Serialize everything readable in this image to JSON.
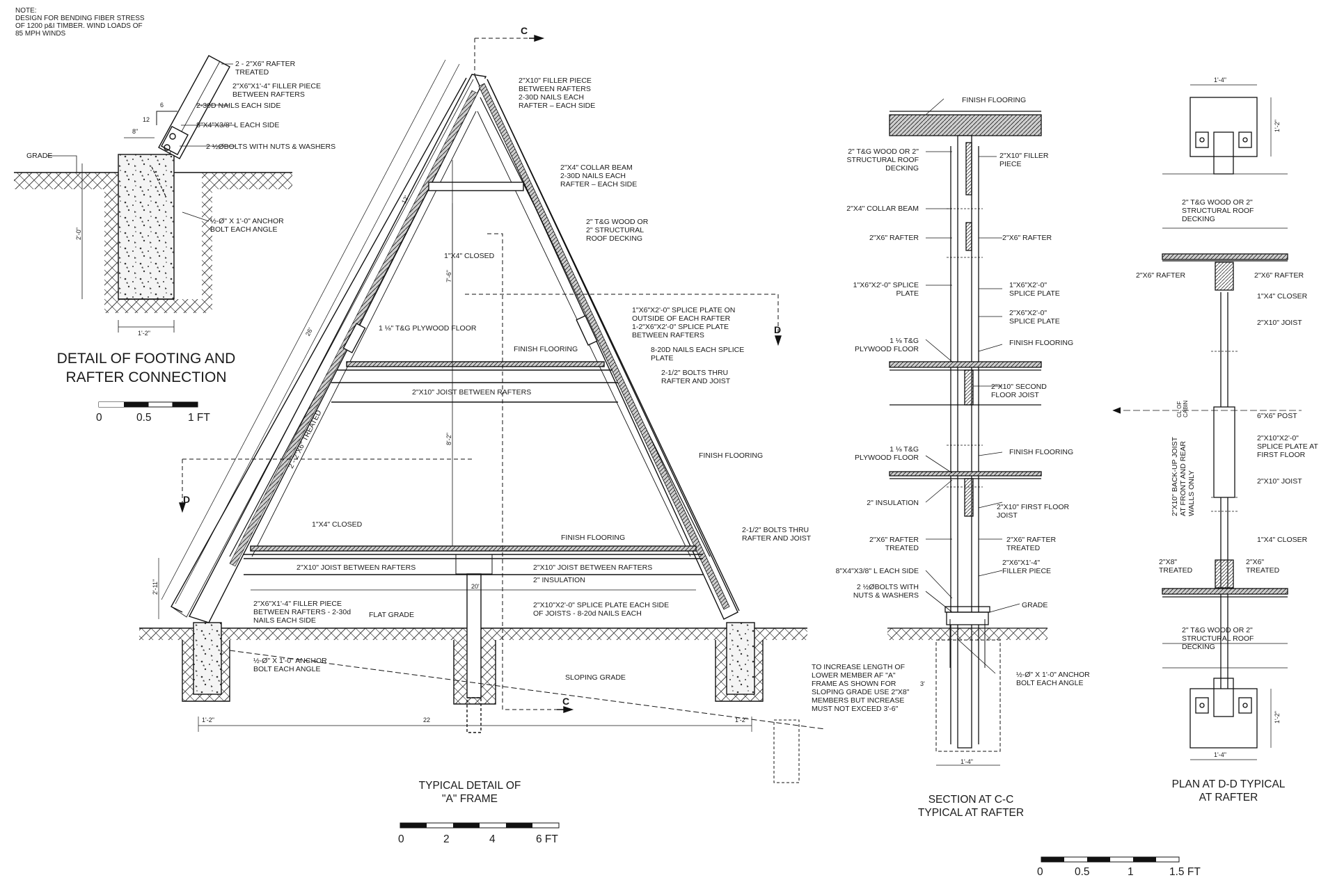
{
  "note": "NOTE:\nDESIGN FOR BENDING FIBER STRESS\nOF 1200 p&I TIMBER. WIND LOADS OF\n85 MPH WINDS",
  "footing_detail": {
    "title": "DETAIL OF FOOTING AND\nRAFTER CONNECTION",
    "labels": {
      "rafter": "2 - 2\"X6\" RAFTER\nTREATED",
      "filler": "2\"X6\"X1'-4\" FILLER PIECE\nBETWEEN RAFTERS",
      "nails": "2-30D NAILS EACH SIDE",
      "angle": "8\"X4\"X3/8\" L EACH SIDE",
      "bolts": "2 ½ØBOLTS WITH NUTS & WASHERS",
      "grade": "GRADE",
      "anchor": "½-Ø\" X 1'-0\" ANCHOR\nBOLT EACH ANGLE"
    },
    "dims": {
      "slope_run": "12",
      "slope_rise": "6",
      "width_top": "8\"",
      "depth": "2'-0\"",
      "width": "1'-2\""
    },
    "scale": {
      "ticks": [
        "0",
        "0.5",
        "1 FT"
      ]
    }
  },
  "a_frame": {
    "title": "TYPICAL DETAIL OF\n\"A\" FRAME",
    "cut_c": "C",
    "cut_d": "D",
    "labels": {
      "ridge_filler": "2\"X10\" FILLER PIECE\nBETWEEN RAFTERS\n2-30D NAILS EACH\nRAFTER – EACH SIDE",
      "collar_beam": "2\"X4\" COLLAR BEAM\n2-30D NAILS EACH\nRAFTER – EACH SIDE",
      "roof_decking": "2\" T&G WOOD OR\n2\" STRUCTURAL\nROOF DECKING",
      "closed_upper": "1\"X4\" CLOSED",
      "plywood_floor": "1 ⅛\" T&G PLYWOOD FLOOR",
      "splice_plate": "1\"X6\"X2'-0\" SPLICE PLATE ON\nOUTSIDE OF EACH RAFTER\n1-2\"X6\"X2'-0\" SPLICE PLATE\nBETWEEN RAFTERS",
      "finish_upper": "FINISH FLOORING",
      "splice_nails": "8-20D NAILS EACH SPLICE\nPLATE",
      "bolts_upper": "2-1/2\" BOLTS THRU\nRAFTER AND JOIST",
      "joist_upper": "2\"X10\" JOIST BETWEEN RAFTERS",
      "finish_mid": "FINISH FLOORING",
      "rafter_treated": "2 - 2\"X6\" TREATED",
      "closed_lower": "1\"X4\" CLOSED",
      "finish_lower": "FINISH FLOORING",
      "bolts_lower": "2-1/2\" BOLTS THRU\nRAFTER AND JOIST",
      "joist_lower_l": "2\"X10\" JOIST BETWEEN RAFTERS",
      "joist_lower_r": "2\"X10\" JOIST BETWEEN RAFTERS",
      "insulation": "2\" INSULATION",
      "filler_base": "2\"X6\"X1'-4\" FILLER PIECE\nBETWEEN RAFTERS - 2-30d\nNAILS EACH SIDE",
      "flat_grade": "FLAT GRADE",
      "splice_joists": "2\"X10\"X2'-0\" SPLICE PLATE EACH SIDE\nOF JOISTS - 8-20d NAILS EACH",
      "anchor": "½-Ø\" X 1'-0\" ANCHOR\nBOLT EACH ANGLE",
      "sloping_grade": "SLOPING GRADE",
      "increase_note": "TO INCREASE LENGTH OF\nLOWER MEMBER AF \"A\"\nFRAME AS SHOWN FOR\nSLOPING GRADE USE 2\"X8\"\nMEMBERS BUT INCREASE\nMUST NOT EXCEED 3'-6\""
    },
    "dims": {
      "upper_rafter": "12'",
      "rafter_len": "26'",
      "upper_h": "7'-6\"",
      "lower_h": "8'-2\"",
      "base_h": "2'-11\"",
      "width_20": "20'",
      "width_22": "22",
      "footing_l": "1'-2\"",
      "footing_r": "1'-2\""
    },
    "scale": {
      "ticks": [
        "0",
        "2",
        "4",
        "6 FT"
      ]
    }
  },
  "section_cc": {
    "title": "SECTION AT  C-C\nTYPICAL AT RAFTER",
    "labels": {
      "finish_top": "FINISH FLOORING",
      "decking": "2\" T&G WOOD OR 2\"\nSTRUCTURAL ROOF\nDECKING",
      "filler": "2\"X10\" FILLER\nPIECE",
      "collar": "2\"X4\" COLLAR BEAM",
      "rafter_l": "2\"X6\" RAFTER",
      "rafter_r": "2\"X6\" RAFTER",
      "splice_l": "1\"X6\"X2'-0\" SPLICE\nPLATE",
      "splice_r1": "1\"X6\"X2'-0\"\nSPLICE PLATE",
      "splice_r2": "2\"X6\"X2'-0\"\nSPLICE PLATE",
      "plywood_upper": "1 ⅛ T&G\nPLYWOOD FLOOR",
      "finish_upper": "FINISH FLOORING",
      "second_joist": "2\"X10\" SECOND\nFLOOR JOIST",
      "plywood_lower": "1 ⅛ T&G\nPLYWOOD FLOOR",
      "finish_lower": "FINISH FLOORING",
      "insulation": "2\" INSULATION",
      "first_joist": "2\"X10\" FIRST FLOOR\nJOIST",
      "rafter_treated_l": "2\"X6\" RAFTER\nTREATED",
      "rafter_treated_r": "2\"X6\" RAFTER\nTREATED",
      "angle": "8\"X4\"X3/8\" L EACH SIDE",
      "filler_base": "2\"X6\"X1'-4\"\nFILLER PIECE",
      "bolts": "2 ½ØBOLTS WITH\nNUTS & WASHERS",
      "grade": "GRADE",
      "anchor": "½-Ø\" X 1'-0\" ANCHOR\nBOLT EACH ANGLE"
    },
    "dims": {
      "footing_w": "1'-4\"",
      "depth": "3'"
    }
  },
  "plan_dd": {
    "title": "PLAN AT  D-D TYPICAL\nAT RAFTER",
    "labels": {
      "decking_upper": "2\" T&G WOOD OR 2\"\nSTRUCTURAL ROOF\nDECKING",
      "rafter_l": "2\"X6\" RAFTER",
      "rafter_r": "2\"X6\" RAFTER",
      "closer_upper": "1\"X4\" CLOSER",
      "joist_upper": "2\"X10\" JOIST",
      "cabin": "CL OF\nCABIN",
      "post": "6\"X6\" POST",
      "splice": "2\"X10\"X2'-0\"\nSPLICE PLATE AT\nFIRST FLOOR",
      "backup": "2\"X10\" BACK-UP JOIST\nAT FRONT AND REAR\nWALLS ONLY",
      "joist_lower": "2\"X10\" JOIST",
      "closer_lower": "1\"X4\" CLOSER",
      "x8_treated": "2\"X8\"\nTREATED",
      "x6_treated": "2\"X6\"\nTREATED",
      "decking_lower": "2\" T&G WOOD OR 2\"\nSTRUCTURAL ROOF\nDECKING"
    },
    "dims": {
      "top_w": "1'-4\"",
      "top_h": "1'-2\"",
      "bot_w": "1'-4\"",
      "bot_h": "1'-2\""
    },
    "scale": {
      "ticks": [
        "0",
        "0.5",
        "1",
        "1.5 FT"
      ]
    }
  }
}
